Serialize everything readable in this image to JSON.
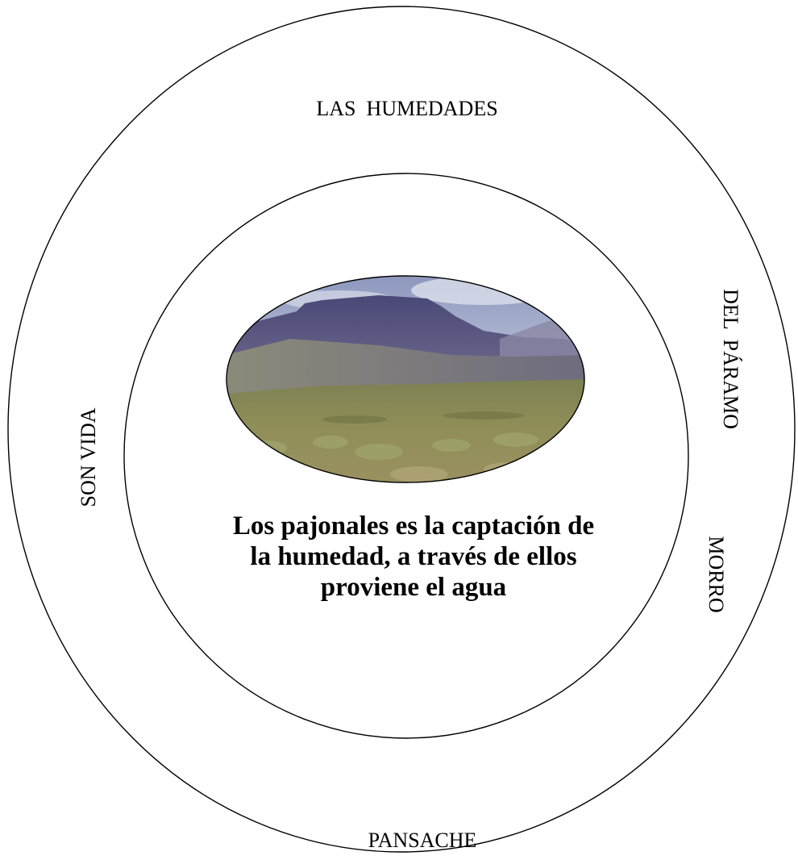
{
  "outer_ring": {
    "top_label": "LAS  HUMEDADES",
    "right_label": "DEL  PÁRAMO",
    "left_label": "SON VIDA",
    "bottom_label": "PANSACHE"
  },
  "inner_ring": {
    "right_label": "MORRO",
    "photo_icon": "paramo-landscape-photo",
    "center_text": "Los pajonales es la captación de la humedad, a través de ellos proviene el agua"
  },
  "colors": {
    "stroke": "#000000",
    "sky": "#b9c3d8",
    "mountain": "#5c5a86",
    "grassland": "#8d8c55"
  }
}
